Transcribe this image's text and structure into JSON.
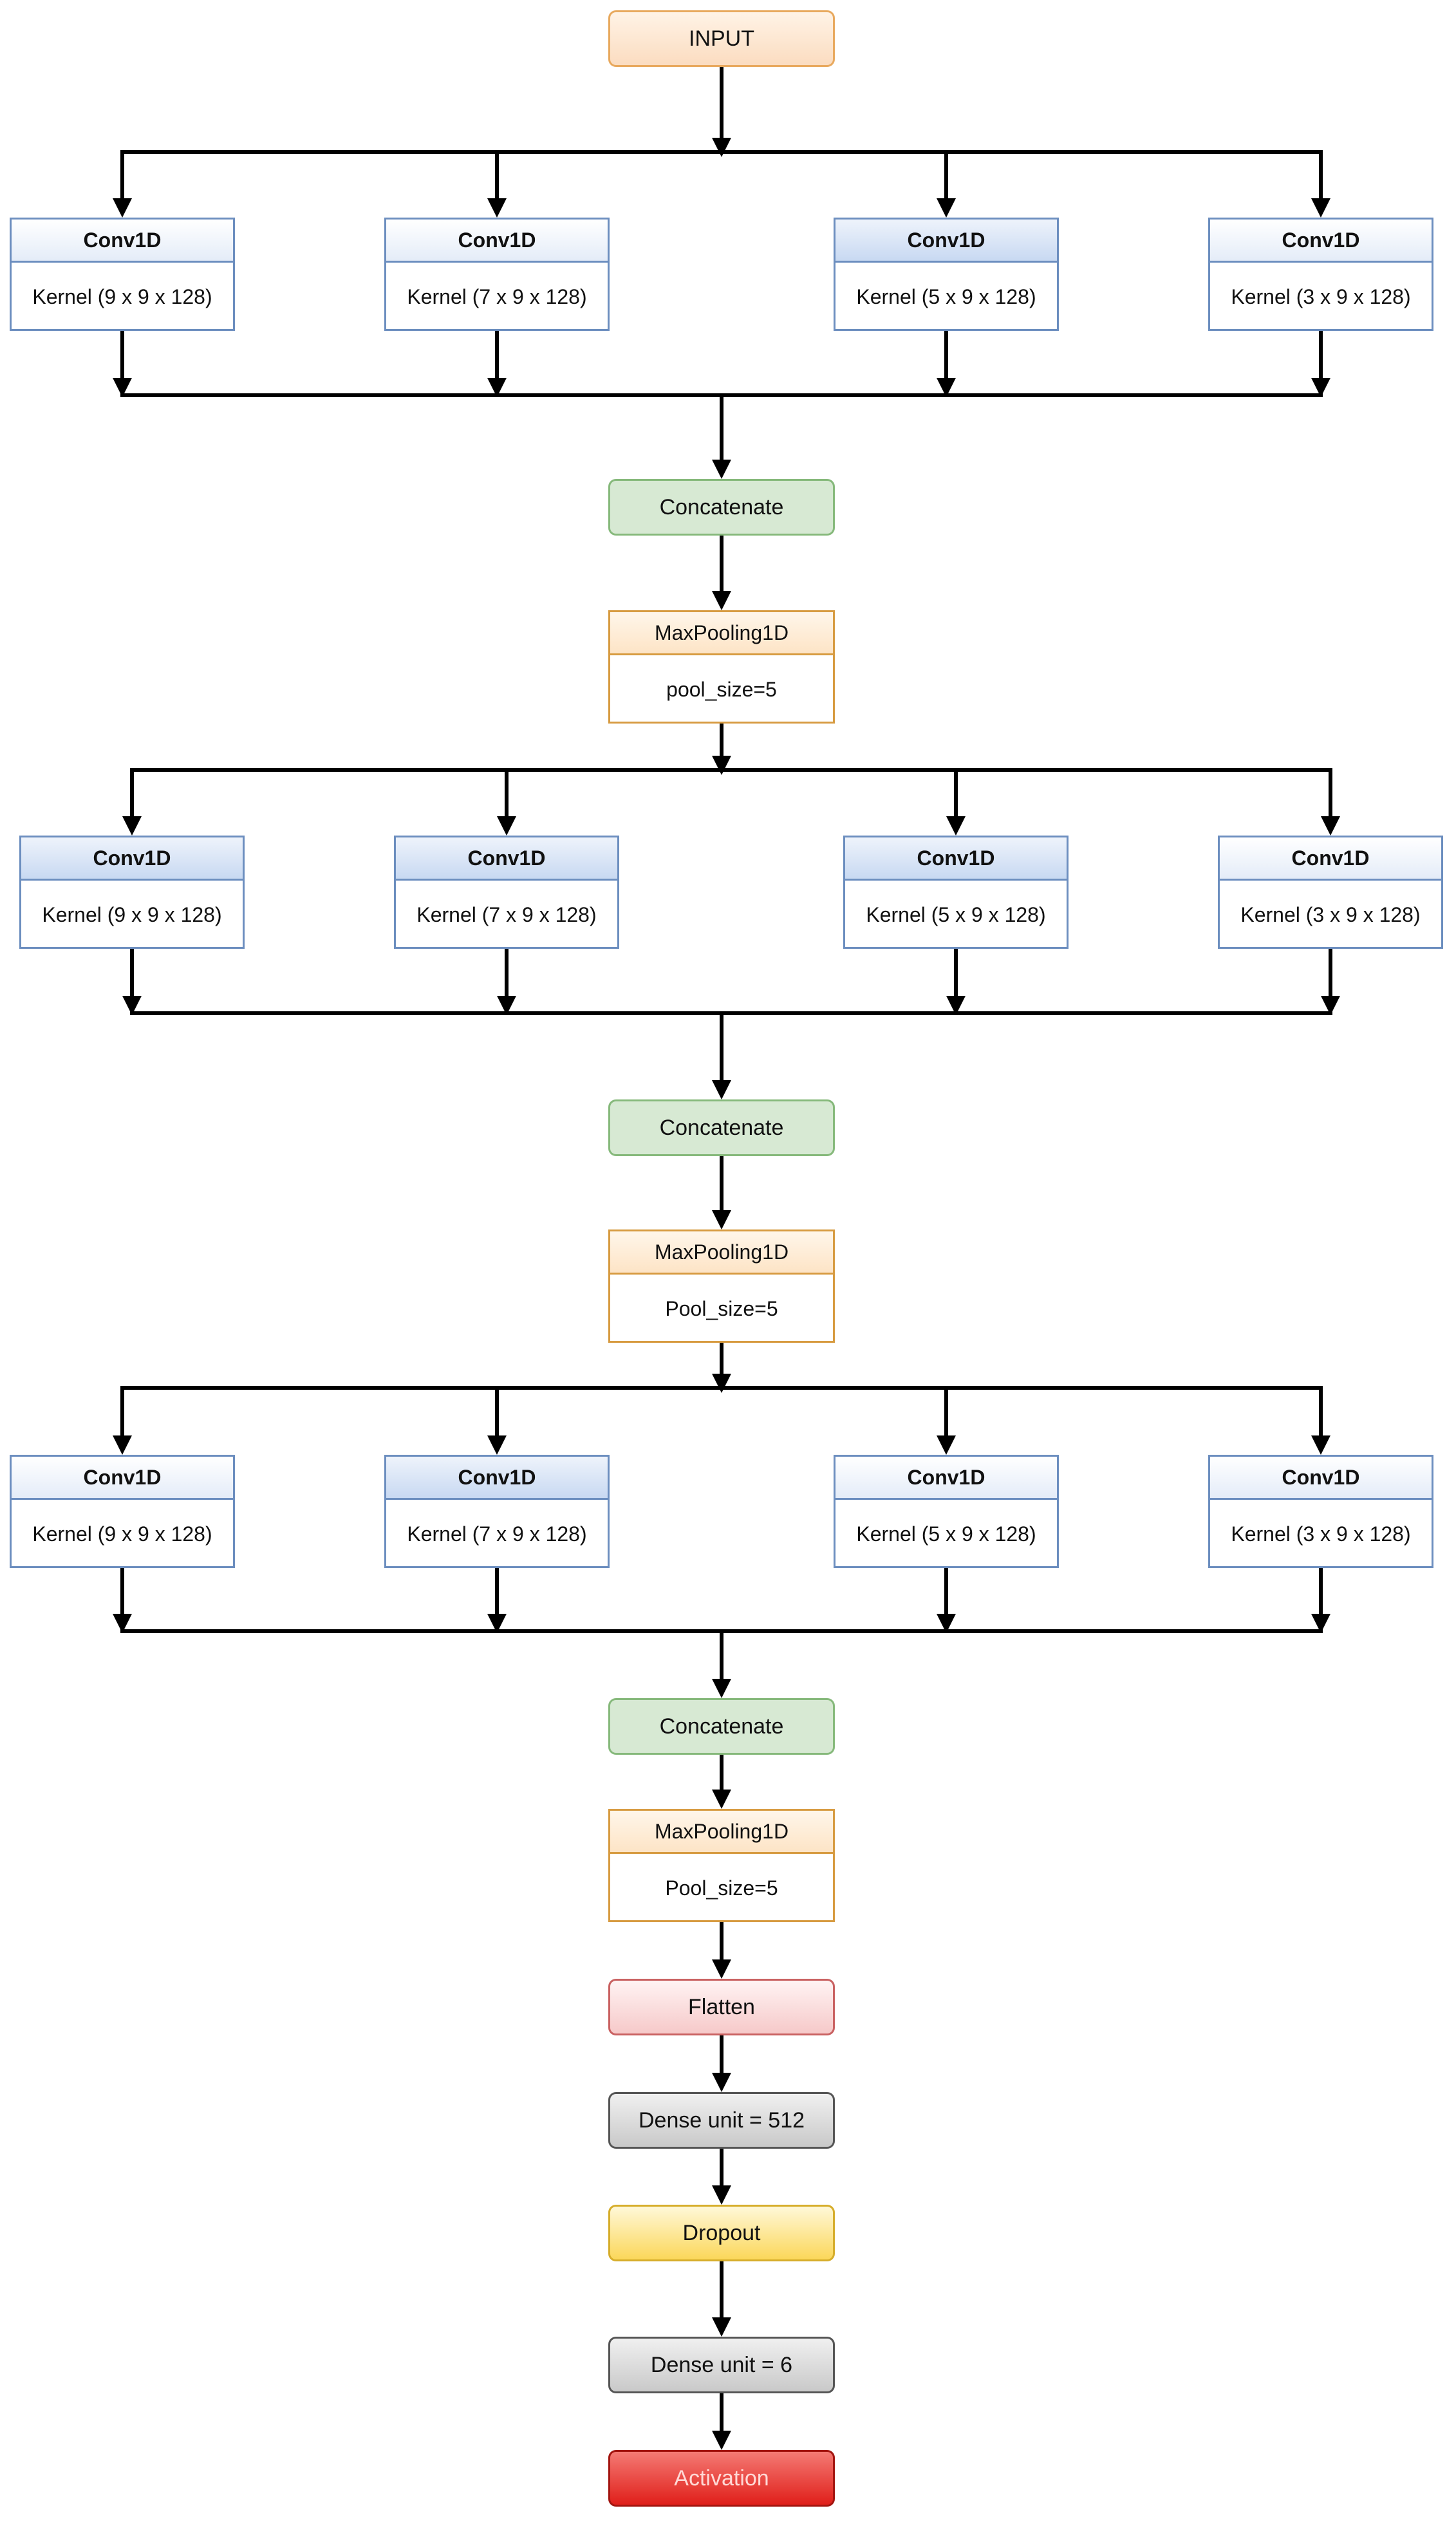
{
  "input": {
    "label": "INPUT"
  },
  "blocks": [
    {
      "convs": [
        {
          "title": "Conv1D",
          "kernel": "Kernel (9 x 9 x 128)"
        },
        {
          "title": "Conv1D",
          "kernel": "Kernel (7 x 9 x 128)"
        },
        {
          "title": "Conv1D",
          "kernel": "Kernel (5 x 9 x 128)"
        },
        {
          "title": "Conv1D",
          "kernel": "Kernel (3 x 9 x 128)"
        }
      ],
      "concat": "Concatenate",
      "pool": {
        "title": "MaxPooling1D",
        "param": "pool_size=5"
      }
    },
    {
      "convs": [
        {
          "title": "Conv1D",
          "kernel": "Kernel (9 x 9 x 128)"
        },
        {
          "title": "Conv1D",
          "kernel": "Kernel (7 x 9 x 128)"
        },
        {
          "title": "Conv1D",
          "kernel": "Kernel (5 x 9 x 128)"
        },
        {
          "title": "Conv1D",
          "kernel": "Kernel (3 x 9 x 128)"
        }
      ],
      "concat": "Concatenate",
      "pool": {
        "title": "MaxPooling1D",
        "param": "Pool_size=5"
      }
    },
    {
      "convs": [
        {
          "title": "Conv1D",
          "kernel": "Kernel (9 x 9 x 128)"
        },
        {
          "title": "Conv1D",
          "kernel": "Kernel (7 x 9 x 128)"
        },
        {
          "title": "Conv1D",
          "kernel": "Kernel (5 x 9 x 128)"
        },
        {
          "title": "Conv1D",
          "kernel": "Kernel (3 x 9 x 128)"
        }
      ],
      "concat": "Concatenate",
      "pool": {
        "title": "MaxPooling1D",
        "param": "Pool_size=5"
      }
    }
  ],
  "flatten": "Flatten",
  "dense1": "Dense unit = 512",
  "dropout": "Dropout",
  "dense2": "Dense unit = 6",
  "activation": "Activation",
  "colors": {
    "conv_border": "#6c8ebf",
    "pool_border": "#d79b41",
    "concat_fill": "#d7e9d3",
    "input_fill": "#fbdcc0",
    "flatten_fill": "#f6c9c9",
    "dense_fill": "#c9c9c9",
    "dropout_fill": "#fbd75a",
    "activation_fill": "#e01f1a",
    "arrow": "#000000"
  }
}
